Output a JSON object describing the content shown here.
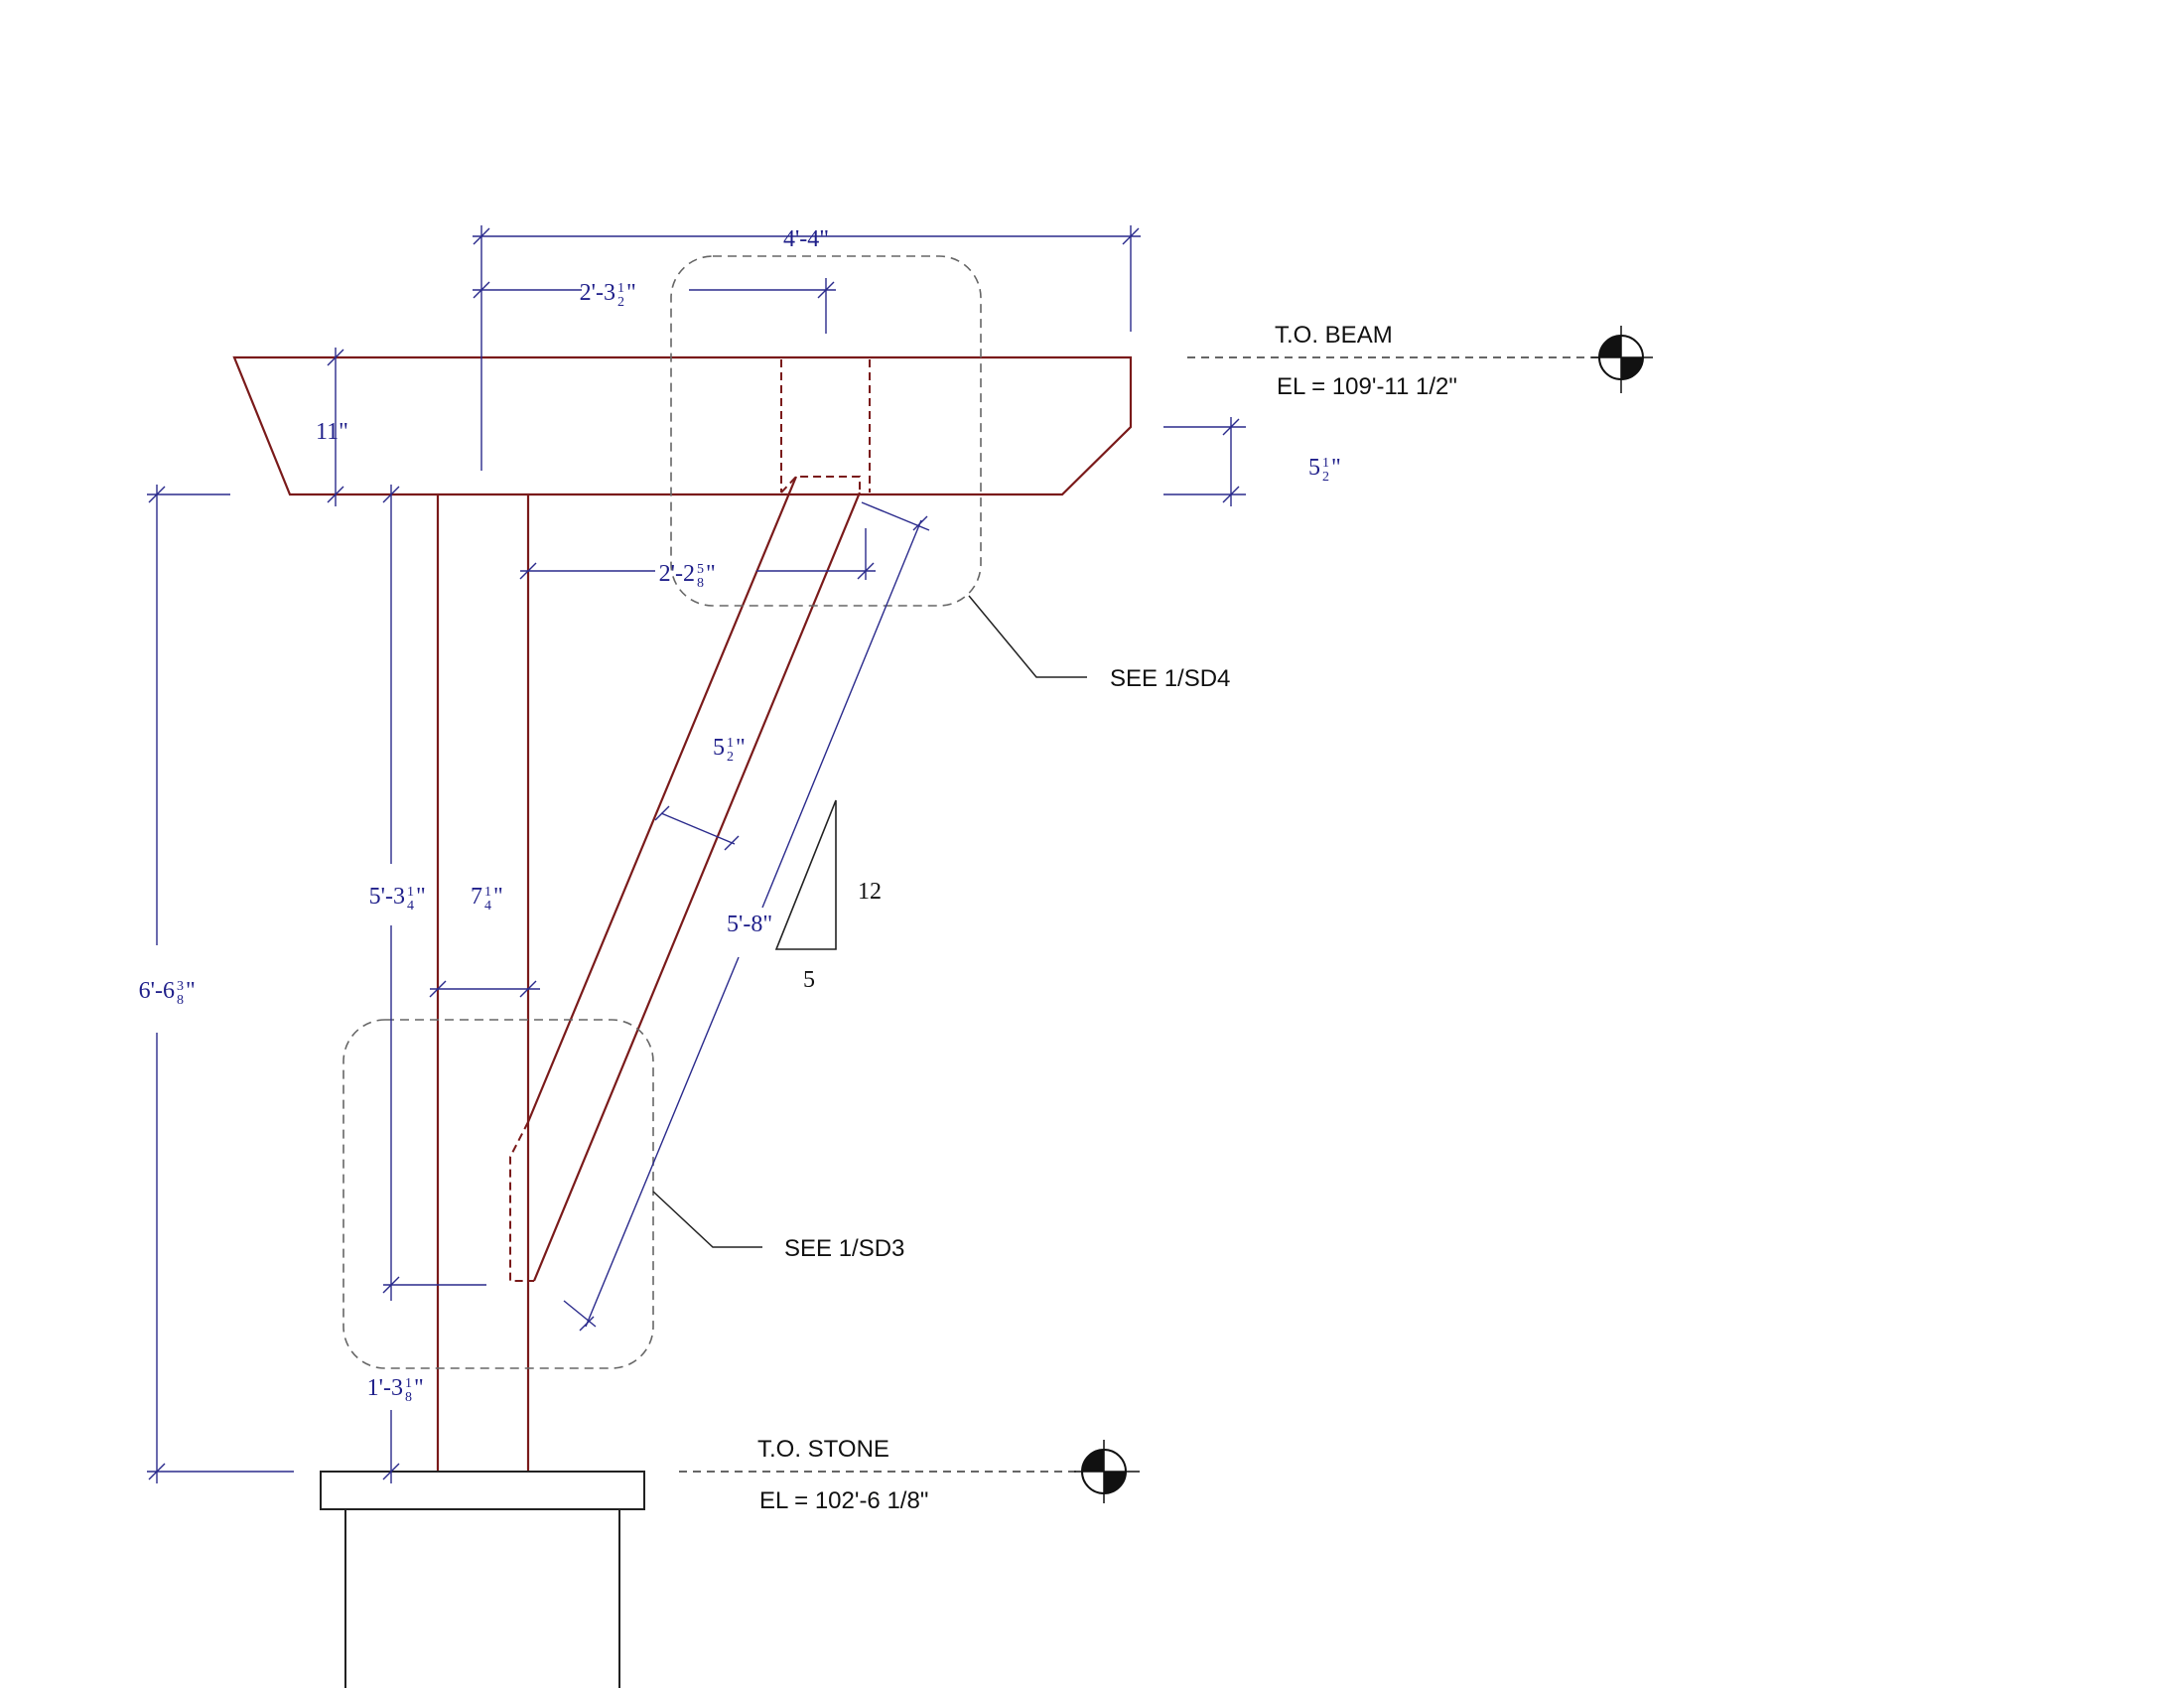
{
  "dimensions": {
    "overall_width": "4'-4\"",
    "beam_depth": "11\"",
    "total_height": "6'-6",
    "total_height_frac": {
      "num": "3",
      "den": "8"
    },
    "post_height_lower": "1'-3",
    "post_height_lower_frac": {
      "num": "1",
      "den": "8"
    },
    "post_height": "5'-3",
    "post_height_frac": {
      "num": "1",
      "den": "4"
    },
    "post_width": "7",
    "post_width_frac": {
      "num": "1",
      "den": "4"
    },
    "brace_top_offset": "2'-3",
    "brace_top_offset_frac": {
      "num": "1",
      "den": "2"
    },
    "brace_horizontal": "2'-2",
    "brace_horizontal_frac": {
      "num": "5",
      "den": "8"
    },
    "beam_end_depth": "5",
    "beam_end_depth_frac": {
      "num": "1",
      "den": "2"
    },
    "brace_width": "5",
    "brace_width_frac": {
      "num": "1",
      "den": "2"
    },
    "brace_length": "5'-8\""
  },
  "slope": {
    "rise": "12",
    "run": "5"
  },
  "callouts": {
    "upper_detail": "SEE 1/SD4",
    "lower_detail": "SEE 1/SD3"
  },
  "levels": {
    "beam": {
      "name": "T.O. BEAM",
      "elevation": "EL = 109'-11 1/2\""
    },
    "stone": {
      "name": "T.O. STONE",
      "elevation": "EL = 102'-6 1/8\""
    }
  },
  "colors": {
    "member_lines": "#7a1a1a",
    "dimension_text": "#1f1f8a",
    "annotation_text": "#111111"
  }
}
